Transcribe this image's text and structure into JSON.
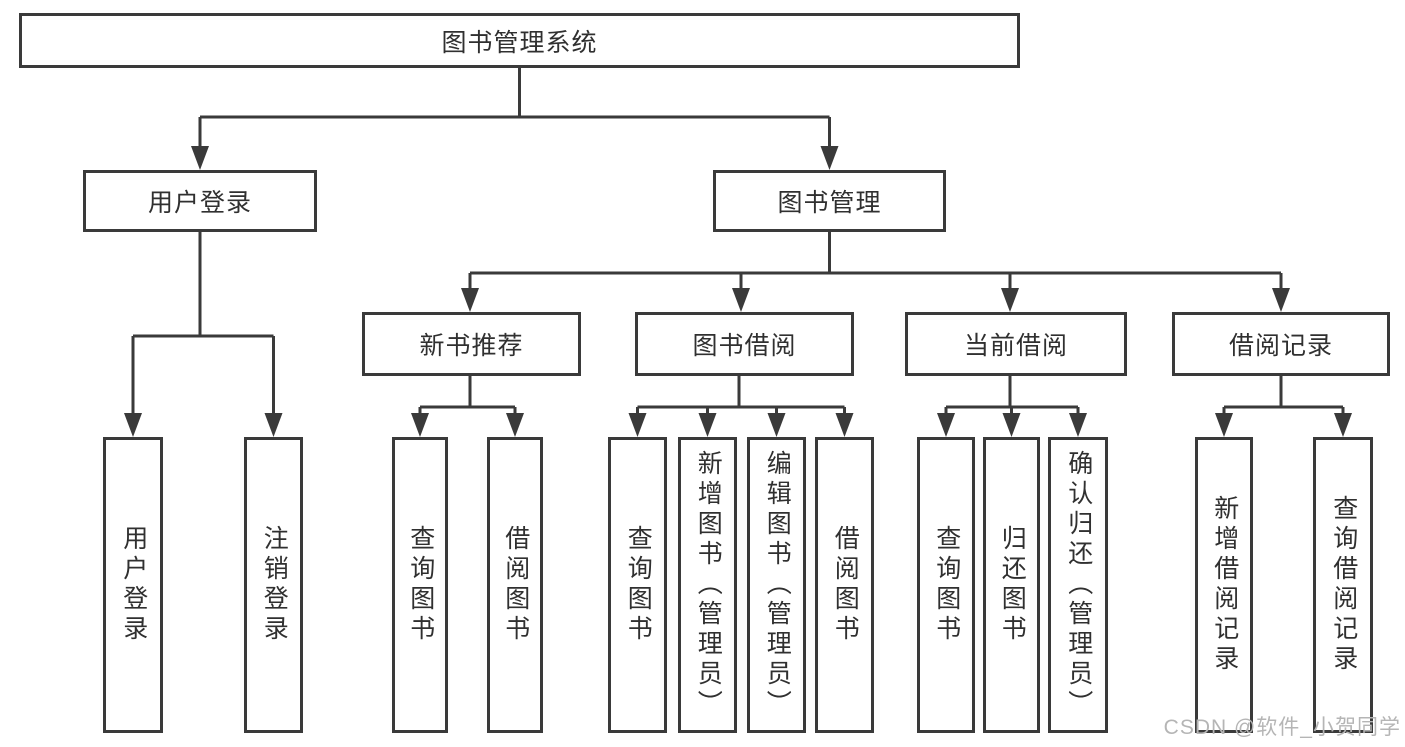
{
  "diagram": {
    "root": {
      "label": "图书管理系统"
    },
    "branches": [
      {
        "label": "用户登录",
        "children": [
          {
            "label": "用户登录"
          },
          {
            "label": "注销登录"
          }
        ]
      },
      {
        "label": "图书管理",
        "children": [
          {
            "label": "新书推荐",
            "children": [
              {
                "label": "查询图书"
              },
              {
                "label": "借阅图书"
              }
            ]
          },
          {
            "label": "图书借阅",
            "children": [
              {
                "label": "查询图书"
              },
              {
                "label": "新增图书（管理员）"
              },
              {
                "label": "编辑图书（管理员）"
              },
              {
                "label": "借阅图书"
              }
            ]
          },
          {
            "label": "当前借阅",
            "children": [
              {
                "label": "查询图书"
              },
              {
                "label": "归还图书"
              },
              {
                "label": "确认归还（管理员）"
              }
            ]
          },
          {
            "label": "借阅记录",
            "children": [
              {
                "label": "新增借阅记录"
              },
              {
                "label": "查询借阅记录"
              }
            ]
          }
        ]
      }
    ]
  },
  "watermark": {
    "text": "CSDN @软件_小贺同学"
  },
  "colors": {
    "line": "#3a3a3a",
    "box_border": "#3a3a3a",
    "text": "#303030",
    "background": "#ffffff",
    "watermark": "#b5b5b5"
  }
}
